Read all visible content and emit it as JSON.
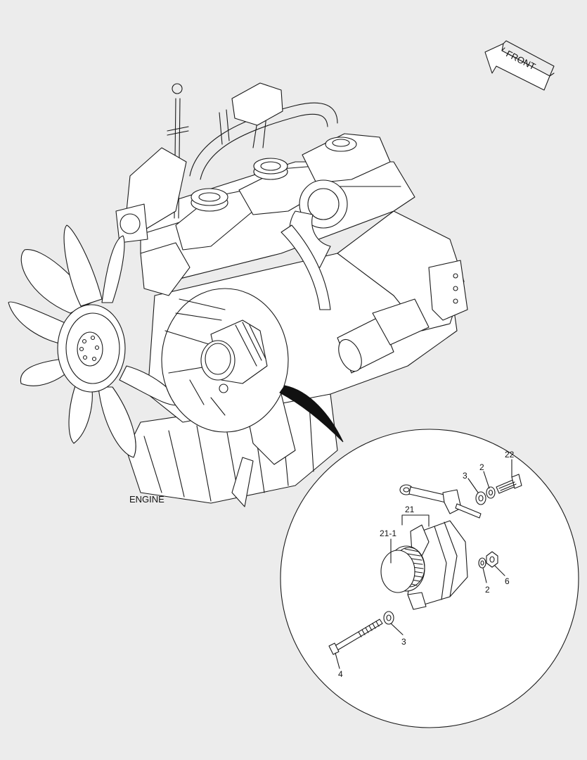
{
  "labels": {
    "front": "FRONT",
    "engine": "ENGINE",
    "part_21": "21",
    "part_21_1": "21-1",
    "part_22": "22",
    "part_3_top": "3",
    "part_2_top": "2",
    "part_2_mid": "2",
    "part_6": "6",
    "part_3_bottom": "3",
    "part_4": "4"
  },
  "colors": {
    "background": "#ececec",
    "line": "#1a1a1a",
    "fill": "#ffffff"
  }
}
